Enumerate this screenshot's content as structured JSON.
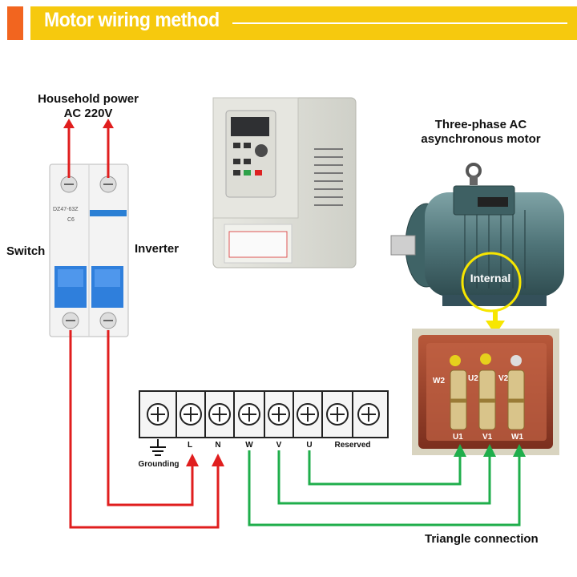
{
  "banner": {
    "title": "Motor wiring method"
  },
  "labels": {
    "household_power_line1": "Household power",
    "household_power_line2": "AC 220V",
    "switch": "Switch",
    "inverter": "Inverter",
    "motor_line1": "Three-phase AC",
    "motor_line2": "asynchronous motor",
    "internal": "Internal",
    "triangle_connection": "Triangle connection",
    "grounding": "Grounding"
  },
  "breaker": {
    "model": "DZ47-63Z",
    "rating": "C6"
  },
  "terminal_block": {
    "terminals": [
      "L",
      "N",
      "W",
      "V",
      "U",
      "Reserved"
    ]
  },
  "motor_terminals": {
    "top": [
      "W2",
      "U2",
      "V2"
    ],
    "bottom": [
      "U1",
      "V1",
      "W1"
    ]
  },
  "colors": {
    "banner_yellow": "#f6c90e",
    "banner_accent": "#f2651f",
    "wire_red": "#e01e1e",
    "wire_green": "#1fae4b",
    "callout_yellow": "#f7e600"
  }
}
